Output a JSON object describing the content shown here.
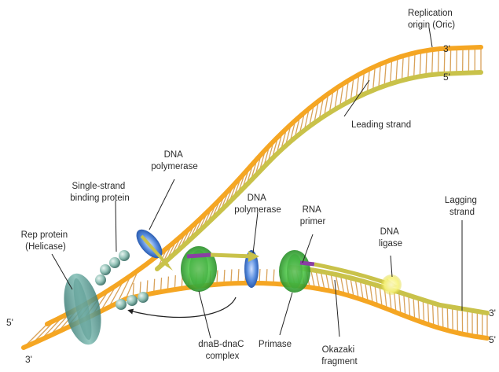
{
  "labels": {
    "replication_origin": [
      "Replication",
      "origin (Oric)"
    ],
    "leading_strand": "Leading strand",
    "dna_polymerase_top": [
      "DNA",
      "polymerase"
    ],
    "ssb": [
      "Single-strand",
      "binding protein"
    ],
    "dna_polymerase_mid": [
      "DNA",
      "polymerase"
    ],
    "rna_primer": [
      "RNA",
      "primer"
    ],
    "lagging_strand": [
      "Lagging",
      "strand"
    ],
    "rep_protein": [
      "Rep protein",
      "(Helicase)"
    ],
    "dna_ligase": [
      "DNA",
      "ligase"
    ],
    "dnab_complex": [
      "dnaB-dnaC",
      "complex"
    ],
    "primase": "Primase",
    "okazaki": [
      "Okazaki",
      "fragment"
    ]
  },
  "strand_ends": {
    "top_right_3": "3'",
    "top_right_5": "5'",
    "left_5": "5'",
    "left_3": "3'",
    "right_3": "3'",
    "right_5": "5'"
  },
  "colors": {
    "strand": "#f5a623",
    "strand_dark": "#d9850f",
    "rung": "#d8a25a",
    "leading_new": "#c9c24a",
    "polymerase": "#5b8fe0",
    "ssb": "#8fbfb4",
    "helicase": "#6aa8a0",
    "dnab": "#3fb83f",
    "primer": "#8a3fa3",
    "ligase": "#f2ee4a"
  }
}
